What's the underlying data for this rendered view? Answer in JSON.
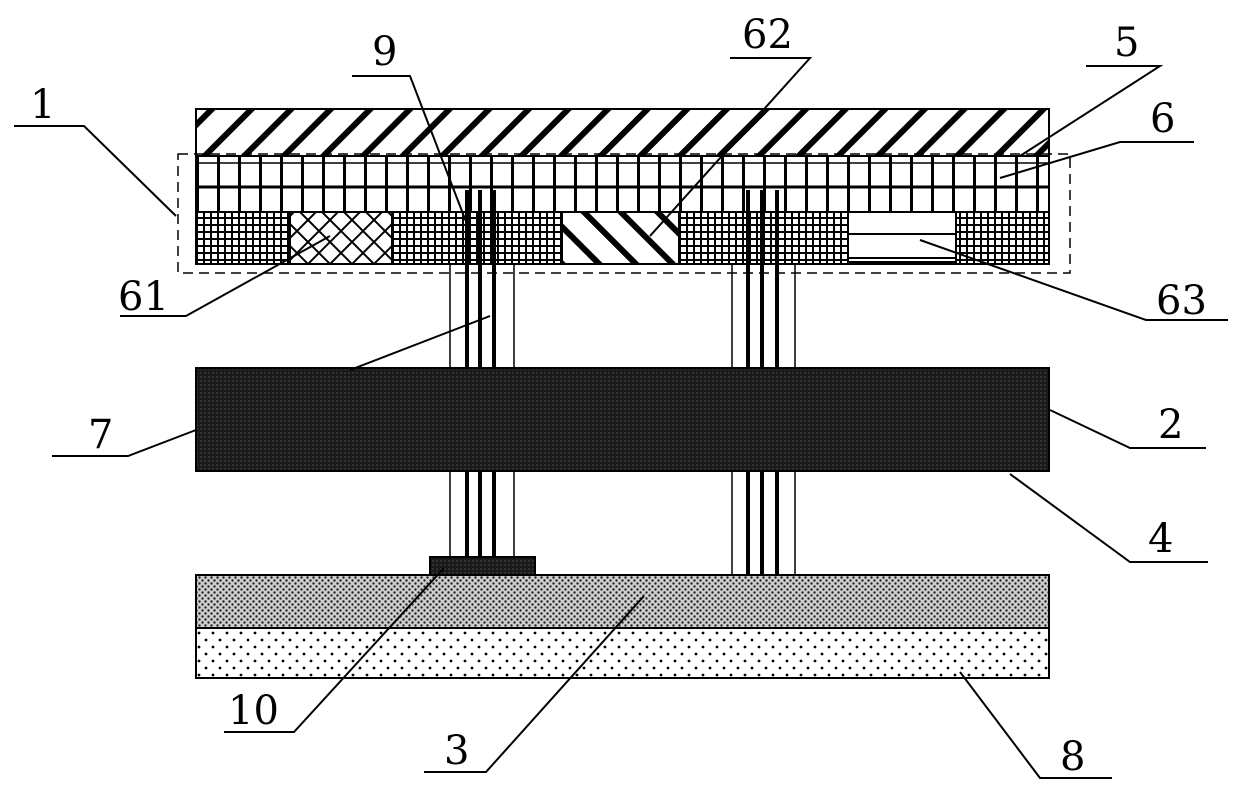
{
  "labels": {
    "l1": "1",
    "l2": "2",
    "l3": "3",
    "l4": "4",
    "l5": "5",
    "l6": "6",
    "l7": "7",
    "l8": "8",
    "l9": "9",
    "l10": "10",
    "l61": "61",
    "l62": "62",
    "l63": "63"
  }
}
